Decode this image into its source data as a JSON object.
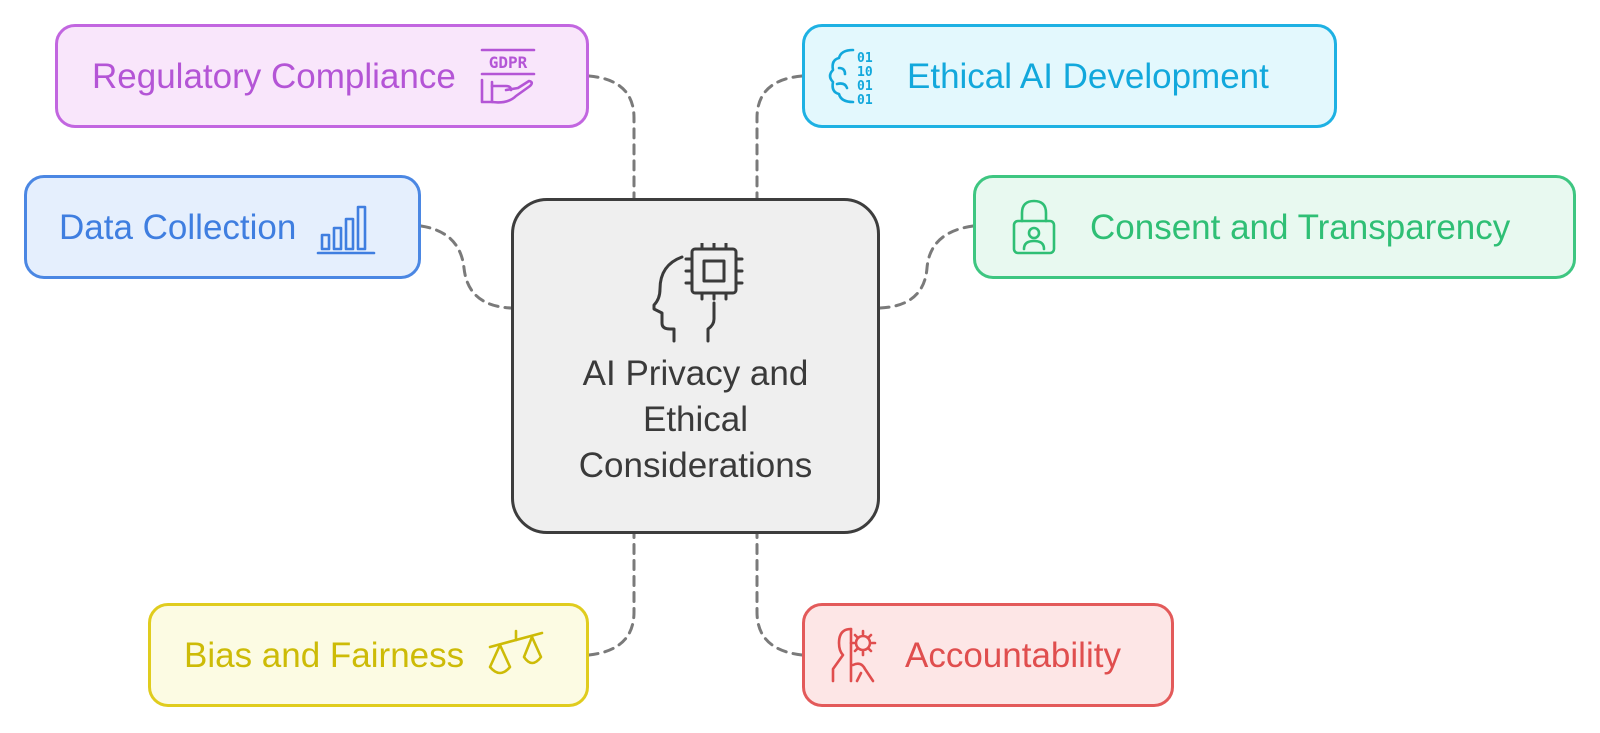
{
  "center": {
    "title_lines": [
      "AI Privacy and",
      "Ethical",
      "Considerations"
    ],
    "icon": "ai-head-chip-icon",
    "colors": {
      "border": "#3d3d3d",
      "fill": "#efefef",
      "text": "#3a3a3a"
    }
  },
  "nodes": {
    "regulatory": {
      "label": "Regulatory Compliance",
      "icon": "gdpr-hand-icon",
      "colors": {
        "border": "#c266e0",
        "fill": "#f9e6fb",
        "text": "#b455d6"
      }
    },
    "data": {
      "label": "Data Collection",
      "icon": "bar-chart-icon",
      "colors": {
        "border": "#4b87e3",
        "fill": "#e5effd",
        "text": "#3f7ee0"
      }
    },
    "bias": {
      "label": "Bias and Fairness",
      "icon": "scales-icon",
      "colors": {
        "border": "#e0cc1e",
        "fill": "#fcfbe3",
        "text": "#cdbb07"
      }
    },
    "ethical": {
      "label": "Ethical AI Development",
      "icon": "binary-brain-icon",
      "colors": {
        "border": "#1eb1e3",
        "fill": "#e3f8fd",
        "text": "#12a8dc"
      }
    },
    "consent": {
      "label": "Consent and Transparency",
      "icon": "padlock-user-icon",
      "colors": {
        "border": "#3ec681",
        "fill": "#e8f9f0",
        "text": "#2fbf75"
      }
    },
    "accountability": {
      "label": "Accountability",
      "icon": "person-gear-icon",
      "colors": {
        "border": "#e35a5a",
        "fill": "#fde6e6",
        "text": "#e04e4e"
      }
    }
  },
  "connector_color": "#7a7a7a"
}
